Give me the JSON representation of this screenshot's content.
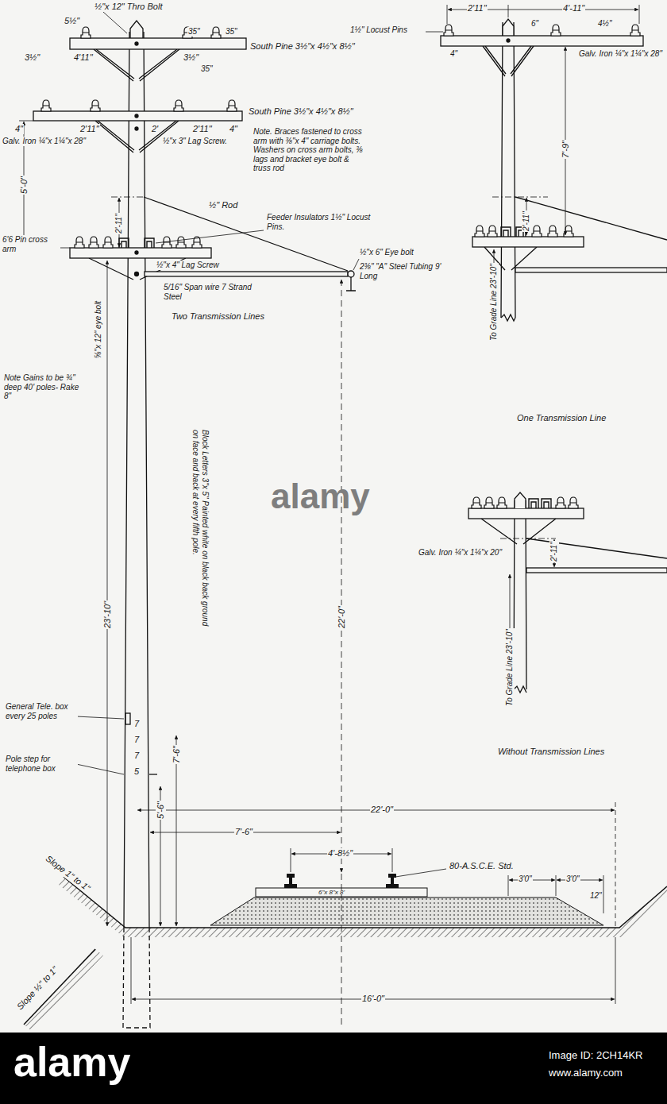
{
  "diagram": {
    "labels": [
      "½\"x 12\" Thro Bolt",
      "5½\"",
      "35\"",
      "35\"",
      "South Pine 3½\"x 4½\"x 8½\"",
      "3½\"",
      "4'11\"",
      "3½\"",
      "35\"",
      "South Pine 3½\"x 4½\"x 8½\"",
      "4\"",
      "2'11\"",
      "2'",
      "2'11\"",
      "4\"",
      "Galv. Iron ¼\"x 1¼\"x 28\"",
      "½\"x 3\" Lag Screw.",
      "Note. Braces fastened to cross arm with ⅜\"x 4\" carriage bolts. Washers on cross arm bolts, ⅜ lags and bracket eye bolt & truss rod",
      "5'-0\"",
      "½\" Rod",
      "2'-11\"",
      "6'6 Pin cross arm",
      "Feeder Insulators 1½\" Locust Pins.",
      "½\"x 4\" Lag Screw",
      "5/16\" Span wire 7 Strand Steel",
      "½\"x 6\" Eye bolt",
      "2⅜\" \"A\" Steel Tubing 9' Long",
      "⅝\"x 12\" eye bolt",
      "Two Transmission Lines",
      "Note Gains to be ¾\" deep 40' poles- Rake 8\"",
      "23'-10\"",
      "Block Letters 3\"x 5\" Painted white on black back ground on face and back at every fifth pole.",
      "22'-0\"",
      "General Tele. box every 25 poles",
      "7",
      "7",
      "7",
      "5",
      "Pole step for telephone box",
      "7'-6\"",
      "5'-6\"",
      "22'-0\"",
      "7'-6\"",
      "4'-8½\"",
      "80-A.S.C.E. Std.",
      "6\"x 8\"x 8'",
      "3'0\"",
      "3'0\"",
      "12\"",
      "Slope 1\" to 1\"",
      "Slope ½\" to 1\"",
      "16'-0\"",
      "2'11\"",
      "4'-11\"",
      "1½\" Locust Pins",
      "6\"",
      "4½\"",
      "4\"",
      "Galv. Iron ¼\"x 1¼\"x 28\"",
      "7'-9\"",
      "2'-11\"",
      "To Grade Line 23'-10\"",
      "One Transmission Line",
      "Galv. Iron ¼\"x 1¼\"x 20\"",
      "2'-11\"",
      "To Grade Line 23'-10\"",
      "Without Transmission Lines",
      "alamy",
      "alamy",
      "Image ID: 2CH14KR",
      "www.alamy.com"
    ]
  }
}
